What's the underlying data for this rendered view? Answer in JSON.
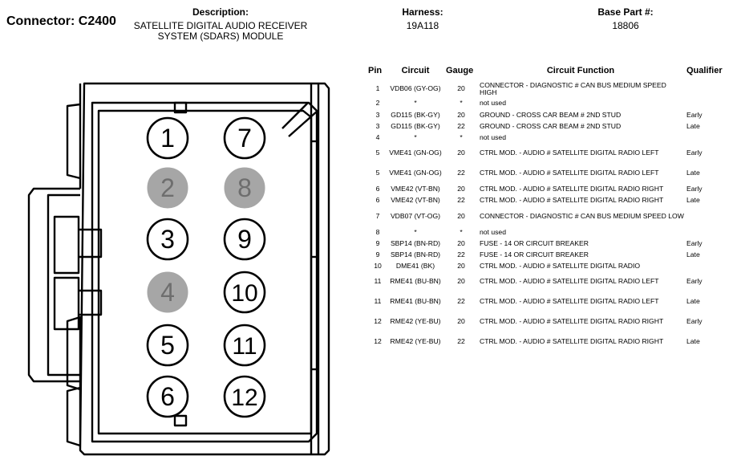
{
  "header": {
    "connector": "Connector: C2400",
    "description_label": "Description:",
    "description_value": "SATELLITE DIGITAL AUDIO RECEIVER SYSTEM (SDARS) MODULE",
    "harness_label": "Harness:",
    "harness_value": "19A118",
    "base_part_label": "Base Part #:",
    "base_part_value": "18806"
  },
  "table": {
    "columns": [
      "Pin",
      "Circuit",
      "Gauge",
      "Circuit Function",
      "Qualifier"
    ],
    "rows": [
      {
        "pin": "1",
        "circuit": "VDB06 (GY-OG)",
        "gauge": "20",
        "function": "CONNECTOR - DIAGNOSTIC # CAN BUS MEDIUM SPEED HIGH",
        "qualifier": ""
      },
      {
        "pin": "2",
        "circuit": "*",
        "gauge": "*",
        "function": "not used",
        "qualifier": ""
      },
      {
        "pin": "3",
        "circuit": "GD115 (BK-GY)",
        "gauge": "20",
        "function": "GROUND - CROSS CAR BEAM # 2ND STUD",
        "qualifier": "Early"
      },
      {
        "pin": "3",
        "circuit": "GD115 (BK-GY)",
        "gauge": "22",
        "function": "GROUND - CROSS CAR BEAM # 2ND STUD",
        "qualifier": "Late"
      },
      {
        "pin": "4",
        "circuit": "*",
        "gauge": "*",
        "function": "not used",
        "qualifier": ""
      },
      {
        "pin": "5",
        "circuit": "VME41 (GN-OG)",
        "gauge": "20",
        "function": "CTRL MOD. - AUDIO # SATELLITE DIGITAL RADIO LEFT",
        "qualifier": "Early"
      },
      {
        "pin": "5",
        "circuit": "VME41 (GN-OG)",
        "gauge": "22",
        "function": "CTRL MOD. - AUDIO # SATELLITE DIGITAL RADIO LEFT",
        "qualifier": "Late"
      },
      {
        "pin": "6",
        "circuit": "VME42 (VT-BN)",
        "gauge": "20",
        "function": "CTRL MOD. - AUDIO # SATELLITE DIGITAL RADIO RIGHT",
        "qualifier": "Early"
      },
      {
        "pin": "6",
        "circuit": "VME42 (VT-BN)",
        "gauge": "22",
        "function": "CTRL MOD. - AUDIO # SATELLITE DIGITAL RADIO RIGHT",
        "qualifier": "Late"
      },
      {
        "pin": "7",
        "circuit": "VDB07 (VT-OG)",
        "gauge": "20",
        "function": "CONNECTOR - DIAGNOSTIC # CAN BUS MEDIUM SPEED LOW",
        "qualifier": ""
      },
      {
        "pin": "8",
        "circuit": "*",
        "gauge": "*",
        "function": "not used",
        "qualifier": ""
      },
      {
        "pin": "9",
        "circuit": "SBP14 (BN-RD)",
        "gauge": "20",
        "function": "FUSE - 14 OR CIRCUIT BREAKER",
        "qualifier": "Early"
      },
      {
        "pin": "9",
        "circuit": "SBP14 (BN-RD)",
        "gauge": "22",
        "function": "FUSE - 14 OR CIRCUIT BREAKER",
        "qualifier": "Late"
      },
      {
        "pin": "10",
        "circuit": "DME41 (BK)",
        "gauge": "20",
        "function": "CTRL MOD. - AUDIO # SATELLITE DIGITAL RADIO",
        "qualifier": ""
      },
      {
        "pin": "11",
        "circuit": "RME41 (BU-BN)",
        "gauge": "20",
        "function": "CTRL MOD. - AUDIO # SATELLITE DIGITAL RADIO LEFT",
        "qualifier": "Early"
      },
      {
        "pin": "11",
        "circuit": "RME41 (BU-BN)",
        "gauge": "22",
        "function": "CTRL MOD. - AUDIO # SATELLITE DIGITAL RADIO LEFT",
        "qualifier": "Late"
      },
      {
        "pin": "12",
        "circuit": "RME42 (YE-BU)",
        "gauge": "20",
        "function": "CTRL MOD. - AUDIO # SATELLITE DIGITAL RADIO RIGHT",
        "qualifier": "Early"
      },
      {
        "pin": "12",
        "circuit": "RME42 (YE-BU)",
        "gauge": "22",
        "function": "CTRL MOD. - AUDIO # SATELLITE DIGITAL RADIO RIGHT",
        "qualifier": "Late"
      }
    ]
  },
  "connector_face": {
    "pins": [
      {
        "label": "1",
        "used": true
      },
      {
        "label": "2",
        "used": false
      },
      {
        "label": "3",
        "used": true
      },
      {
        "label": "4",
        "used": false
      },
      {
        "label": "5",
        "used": true
      },
      {
        "label": "6",
        "used": true
      },
      {
        "label": "7",
        "used": true
      },
      {
        "label": "8",
        "used": false
      },
      {
        "label": "9",
        "used": true
      },
      {
        "label": "10",
        "used": true
      },
      {
        "label": "11",
        "used": true
      },
      {
        "label": "12",
        "used": true
      }
    ],
    "colors": {
      "used_fill": "#ffffff",
      "unused_fill": "#a6a6a6",
      "unused_text": "#6e6e6e",
      "stroke": "#000000"
    }
  }
}
